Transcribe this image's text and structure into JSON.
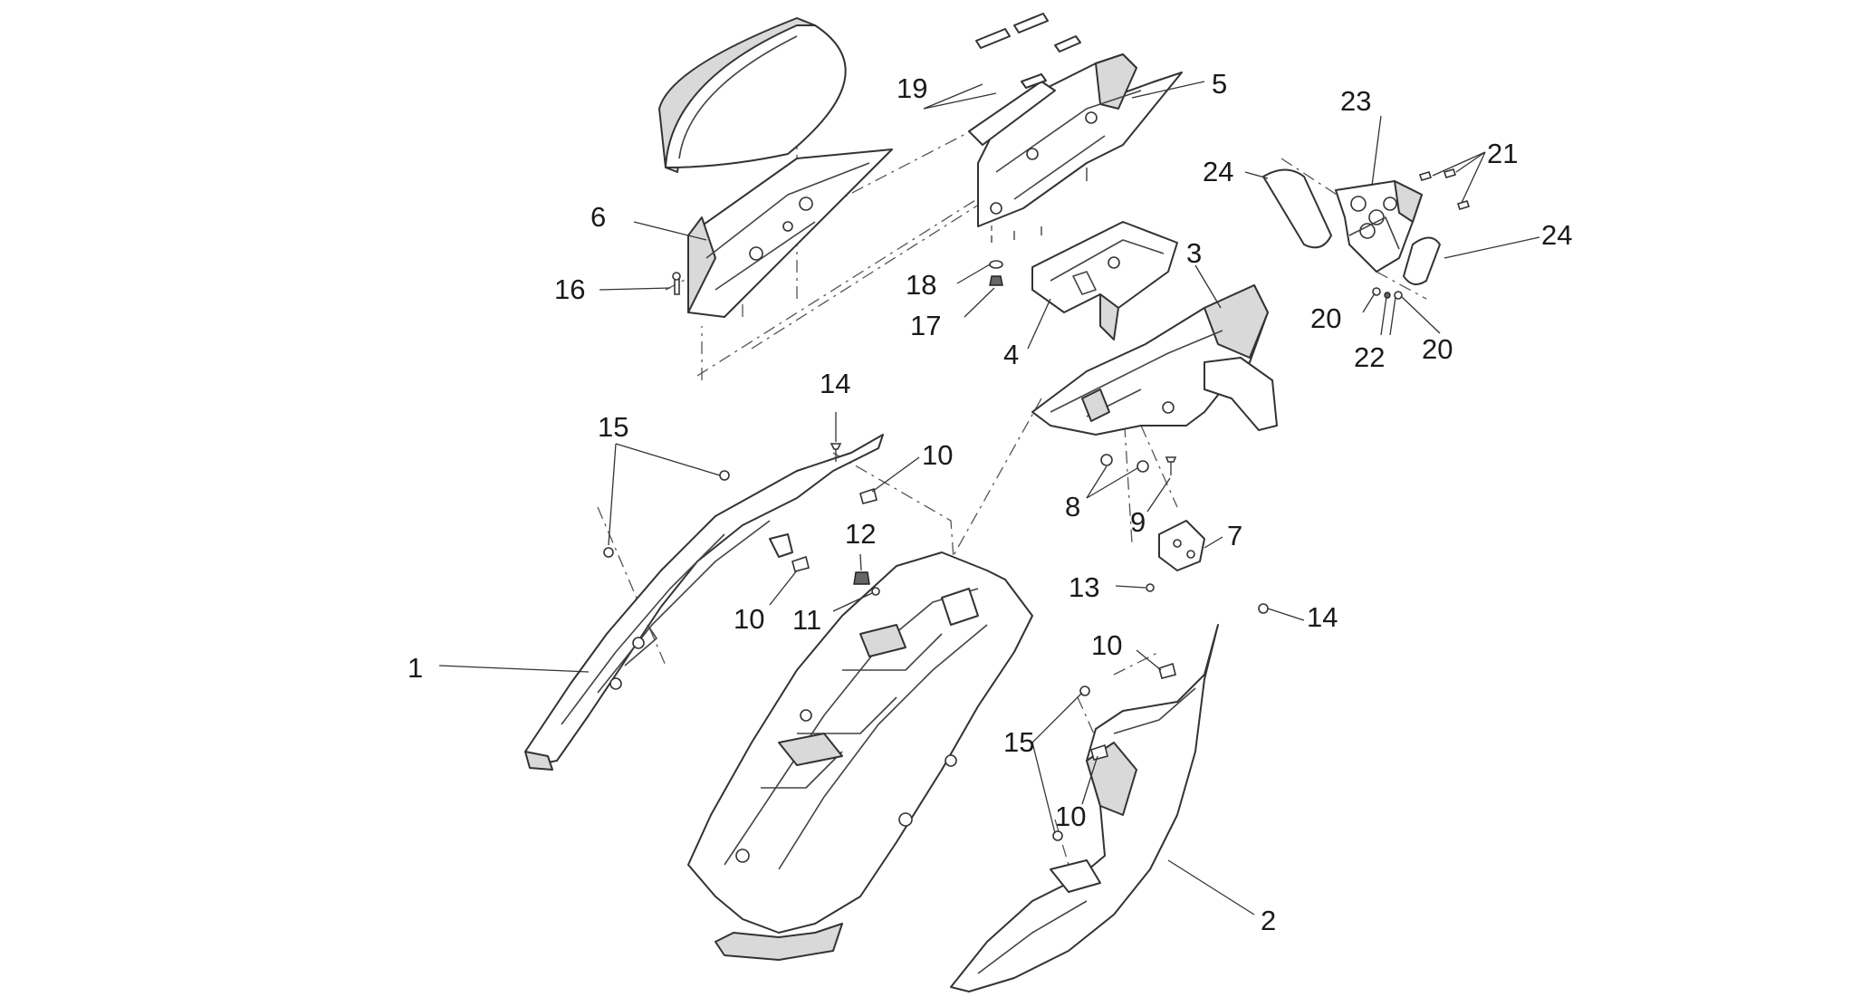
{
  "diagram": {
    "callouts": {
      "c1": "1",
      "c2": "2",
      "c3": "3",
      "c4": "4",
      "c5": "5",
      "c6": "6",
      "c7": "7",
      "c8": "8",
      "c9": "9",
      "c10a": "10",
      "c10b": "10",
      "c10c": "10",
      "c10d": "10",
      "c11": "11",
      "c12": "12",
      "c13": "13",
      "c14a": "14",
      "c14b": "14",
      "c15a": "15",
      "c15b": "15",
      "c16": "16",
      "c17": "17",
      "c18": "18",
      "c19": "19",
      "c20a": "20",
      "c20b": "20",
      "c21": "21",
      "c22": "22",
      "c23": "23",
      "c24a": "24",
      "c24b": "24"
    }
  }
}
